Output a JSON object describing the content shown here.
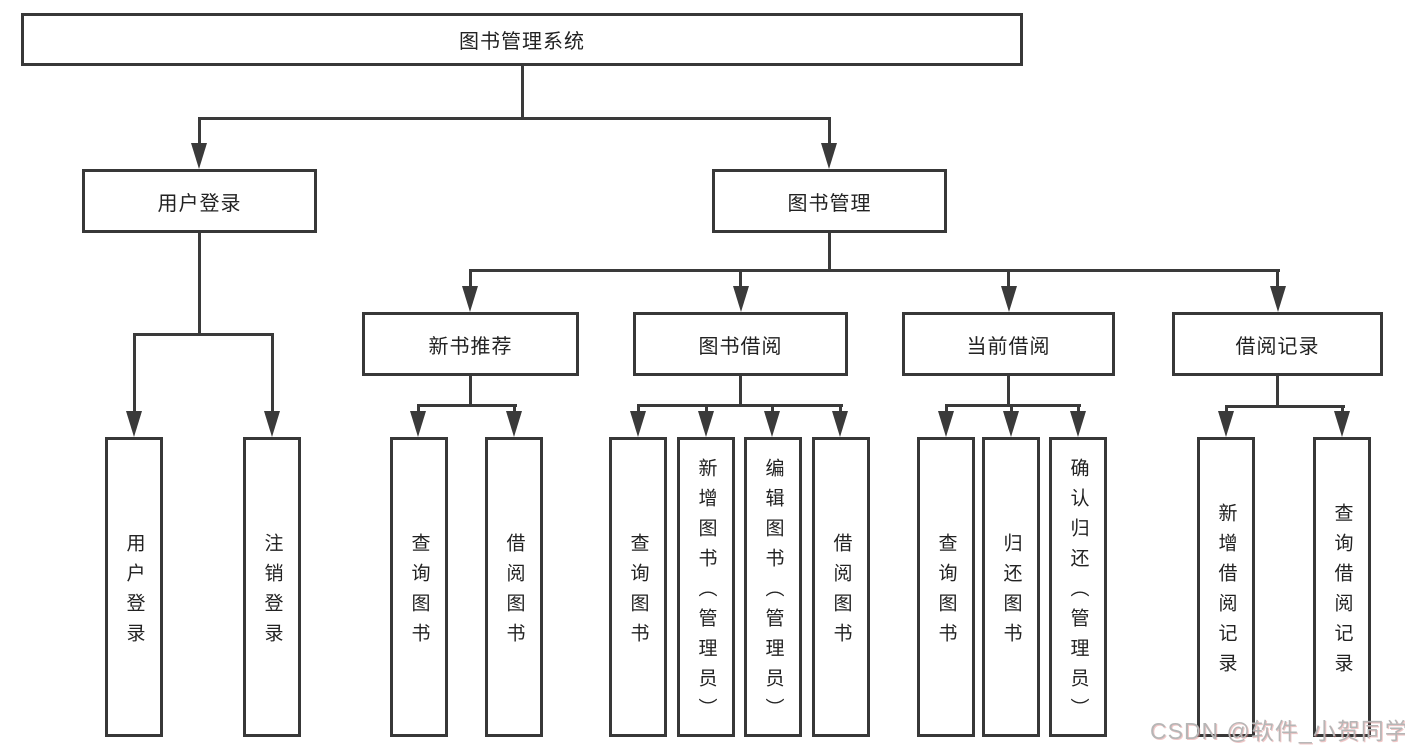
{
  "diagram": {
    "root_label": "图书管理系统",
    "level2": {
      "user_login": "用户登录",
      "book_management": "图书管理"
    },
    "level3": {
      "new_book_recommend": "新书推荐",
      "book_borrow": "图书借阅",
      "current_borrow": "当前借阅",
      "borrow_records": "借阅记录"
    },
    "leaves": {
      "user_login": [
        "用户登录",
        "注销登录"
      ],
      "new_book_recommend": [
        "查询图书",
        "借阅图书"
      ],
      "book_borrow": [
        "查询图书",
        "新增图书（管理员）",
        "编辑图书（管理员）",
        "借阅图书"
      ],
      "current_borrow": [
        "查询图书",
        "归还图书",
        "确认归还（管理员）"
      ],
      "borrow_records": [
        "新增借阅记录",
        "查询借阅记录"
      ]
    }
  },
  "watermark": "CSDN @软件_小贺同学",
  "colors": {
    "line": "#3a3a3a",
    "box_border": "#383838",
    "text": "#222222",
    "background": "#ffffff",
    "watermark": "#b6b6b6"
  }
}
